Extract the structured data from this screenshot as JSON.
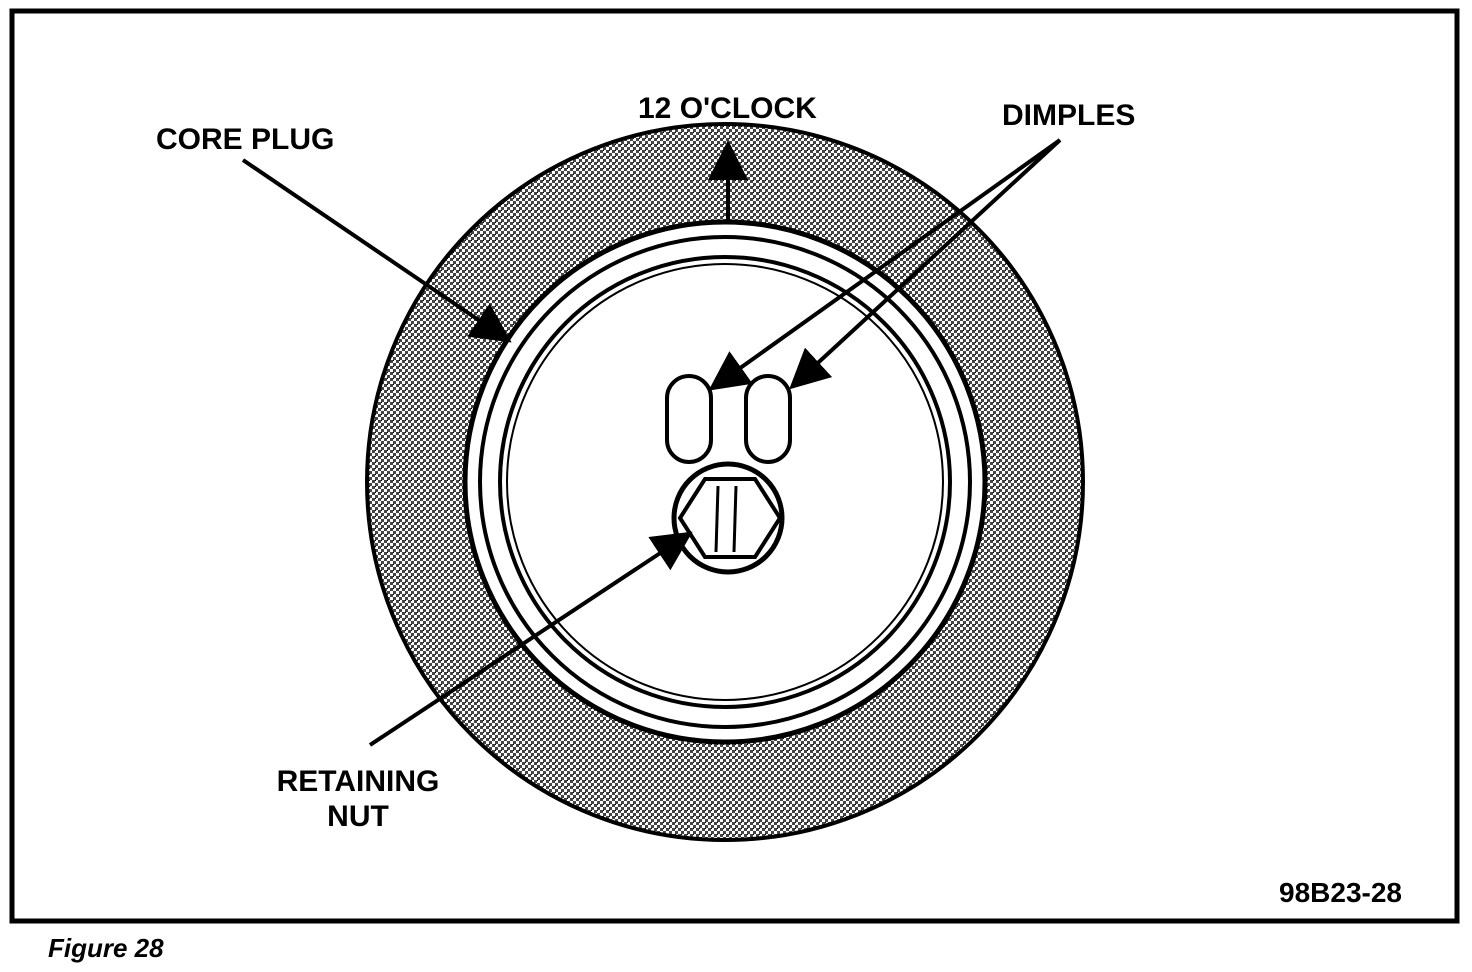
{
  "figure": {
    "caption": "Figure 28",
    "code": "98B23-28"
  },
  "labels": {
    "core_plug": "CORE PLUG",
    "twelve_oclock": "12 O'CLOCK",
    "dimples": "DIMPLES",
    "retaining_nut_line1": "RETAINING",
    "retaining_nut_line2": "NUT"
  },
  "colors": {
    "ink": "#000000",
    "paper": "#ffffff",
    "stipple": "#7a7a7a"
  }
}
